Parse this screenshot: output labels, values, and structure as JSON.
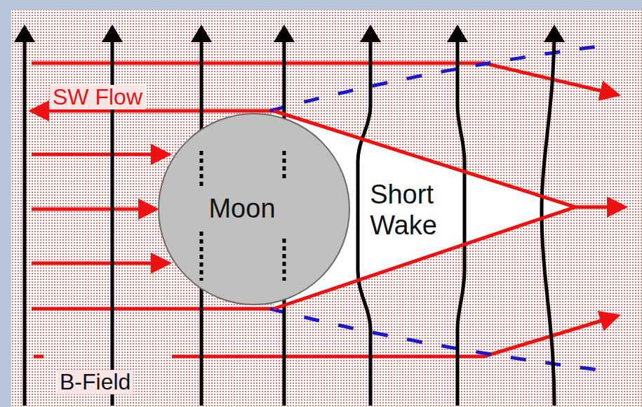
{
  "diagram": {
    "nodes": [
      {
        "text": [
          "Moon"
        ]
      },
      {
        "text": [
          "Short Wake"
        ]
      }
    ],
    "labels": [
      "SW Flow",
      "B-Field"
    ]
  }
}
